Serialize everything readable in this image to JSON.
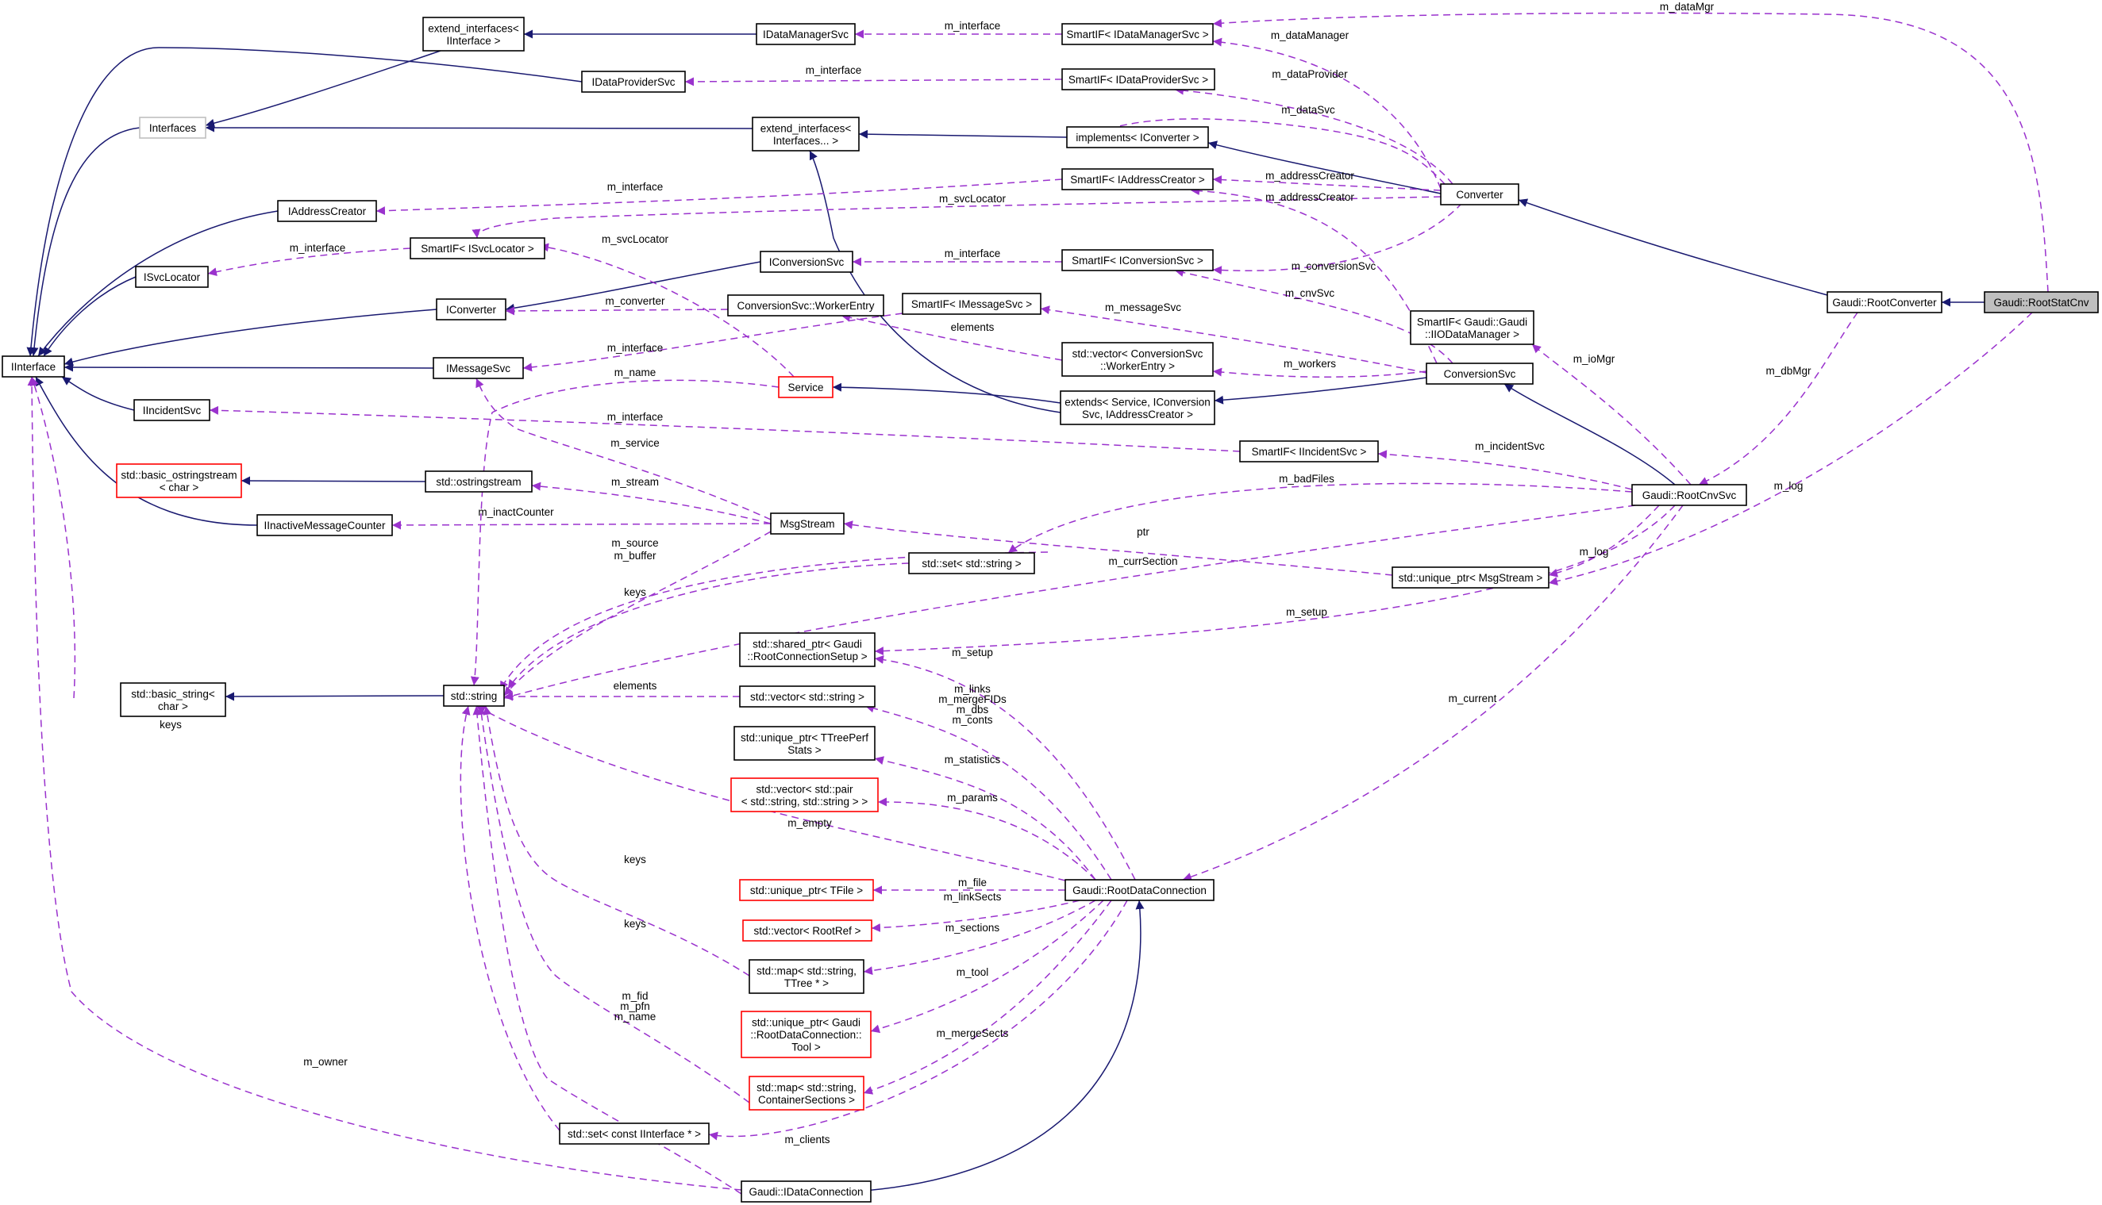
{
  "nodes": [
    {
      "id": "IInterface",
      "lines": [
        "IInterface"
      ]
    },
    {
      "id": "extend_ifaces_IInterface",
      "lines": [
        "extend_interfaces<",
        "IInterface >"
      ]
    },
    {
      "id": "IDataManagerSvc",
      "lines": [
        "IDataManagerSvc"
      ]
    },
    {
      "id": "SmartIF_IDataManagerSvc",
      "lines": [
        "SmartIF< IDataManagerSvc >"
      ]
    },
    {
      "id": "IDataProviderSvc",
      "lines": [
        "IDataProviderSvc"
      ]
    },
    {
      "id": "SmartIF_IDataProviderSvc",
      "lines": [
        "SmartIF< IDataProviderSvc >"
      ]
    },
    {
      "id": "Interfaces",
      "lines": [
        "Interfaces"
      ],
      "style": "gray"
    },
    {
      "id": "extend_ifaces_Interfaces",
      "lines": [
        "extend_interfaces<",
        "Interfaces... >"
      ]
    },
    {
      "id": "implements_IConverter",
      "lines": [
        "implements< IConverter >"
      ]
    },
    {
      "id": "IAddressCreator",
      "lines": [
        "IAddressCreator"
      ]
    },
    {
      "id": "SmartIF_IAddressCreator",
      "lines": [
        "SmartIF< IAddressCreator >"
      ]
    },
    {
      "id": "Converter",
      "lines": [
        "Converter"
      ]
    },
    {
      "id": "SmartIF_ISvcLocator",
      "lines": [
        "SmartIF< ISvcLocator >"
      ]
    },
    {
      "id": "ISvcLocator",
      "lines": [
        "ISvcLocator"
      ]
    },
    {
      "id": "IConversionSvc",
      "lines": [
        "IConversionSvc"
      ]
    },
    {
      "id": "SmartIF_IConversionSvc",
      "lines": [
        "SmartIF< IConversionSvc >"
      ]
    },
    {
      "id": "IConverter",
      "lines": [
        "IConverter"
      ]
    },
    {
      "id": "WorkerEntry",
      "lines": [
        "ConversionSvc::WorkerEntry"
      ]
    },
    {
      "id": "SmartIF_IMessageSvc",
      "lines": [
        "SmartIF< IMessageSvc >"
      ]
    },
    {
      "id": "SmartIF_IIODataManager",
      "lines": [
        "SmartIF< Gaudi::Gaudi",
        "::IIODataManager >"
      ]
    },
    {
      "id": "RootConverter",
      "lines": [
        "Gaudi::RootConverter"
      ]
    },
    {
      "id": "RootStatCnv",
      "lines": [
        "Gaudi::RootStatCnv"
      ],
      "style": "hl"
    },
    {
      "id": "vector_WorkerEntry",
      "lines": [
        "std::vector< ConversionSvc",
        "::WorkerEntry >"
      ]
    },
    {
      "id": "IMessageSvc",
      "lines": [
        "IMessageSvc"
      ]
    },
    {
      "id": "Service",
      "lines": [
        "Service"
      ],
      "style": "red"
    },
    {
      "id": "ConversionSvc",
      "lines": [
        "ConversionSvc"
      ]
    },
    {
      "id": "extends_Service",
      "lines": [
        "extends< Service, IConversion",
        "Svc, IAddressCreator >"
      ]
    },
    {
      "id": "IIncidentSvc",
      "lines": [
        "IIncidentSvc"
      ]
    },
    {
      "id": "SmartIF_IIncidentSvc",
      "lines": [
        "SmartIF< IIncidentSvc >"
      ]
    },
    {
      "id": "basic_ostringstream",
      "lines": [
        "std::basic_ostringstream",
        "< char >"
      ],
      "style": "red"
    },
    {
      "id": "ostringstream",
      "lines": [
        "std::ostringstream"
      ]
    },
    {
      "id": "RootCnvSvc",
      "lines": [
        "Gaudi::RootCnvSvc"
      ]
    },
    {
      "id": "IInactiveMessageCounter",
      "lines": [
        "IInactiveMessageCounter"
      ]
    },
    {
      "id": "MsgStream",
      "lines": [
        "MsgStream"
      ]
    },
    {
      "id": "set_string",
      "lines": [
        "std::set< std::string >"
      ]
    },
    {
      "id": "unique_ptr_MsgStream",
      "lines": [
        "std::unique_ptr< MsgStream >"
      ]
    },
    {
      "id": "shared_ptr_RootConnectionSetup",
      "lines": [
        "std::shared_ptr< Gaudi",
        "::RootConnectionSetup >"
      ]
    },
    {
      "id": "basic_string",
      "lines": [
        "std::basic_string<",
        "char >"
      ]
    },
    {
      "id": "std_string",
      "lines": [
        "std::string"
      ]
    },
    {
      "id": "vector_string",
      "lines": [
        "std::vector< std::string >"
      ]
    },
    {
      "id": "unique_ptr_TTreePerfStats",
      "lines": [
        "std::unique_ptr< TTreePerf",
        "Stats >"
      ]
    },
    {
      "id": "vector_pair",
      "lines": [
        "std::vector< std::pair",
        "< std::string, std::string > >"
      ],
      "style": "red"
    },
    {
      "id": "unique_ptr_TFile",
      "lines": [
        "std::unique_ptr< TFile >"
      ],
      "style": "red"
    },
    {
      "id": "RootDataConnection",
      "lines": [
        "Gaudi::RootDataConnection"
      ]
    },
    {
      "id": "vector_RootRef",
      "lines": [
        "std::vector< RootRef >"
      ],
      "style": "red"
    },
    {
      "id": "map_TTree",
      "lines": [
        "std::map< std::string,",
        "TTree * >"
      ]
    },
    {
      "id": "unique_ptr_Tool",
      "lines": [
        "std::unique_ptr< Gaudi",
        "::RootDataConnection::",
        "Tool >"
      ],
      "style": "red"
    },
    {
      "id": "map_ContainerSections",
      "lines": [
        "std::map< std::string,",
        "ContainerSections >"
      ],
      "style": "red"
    },
    {
      "id": "set_IInterface",
      "lines": [
        "std::set< const IInterface * >"
      ]
    },
    {
      "id": "IDataConnection",
      "lines": [
        "Gaudi::IDataConnection"
      ]
    }
  ],
  "edge_labels": [
    {
      "id": "m_dataMgr",
      "text": "m_dataMgr"
    },
    {
      "id": "m_interface_dm",
      "text": "m_interface"
    },
    {
      "id": "m_dataManager",
      "text": "m_dataManager"
    },
    {
      "id": "m_interface_dp",
      "text": "m_interface"
    },
    {
      "id": "m_dataProvider",
      "text": "m_dataProvider"
    },
    {
      "id": "m_dataSvc",
      "text": "m_dataSvc"
    },
    {
      "id": "m_addressCreator1",
      "text": "m_addressCreator"
    },
    {
      "id": "m_interface_ac",
      "text": "m_interface"
    },
    {
      "id": "m_svcLocator1",
      "text": "m_svcLocator"
    },
    {
      "id": "m_addressCreator2",
      "text": "m_addressCreator"
    },
    {
      "id": "m_interface_sl",
      "text": "m_interface"
    },
    {
      "id": "m_svcLocator2",
      "text": "m_svcLocator"
    },
    {
      "id": "m_interface_cs",
      "text": "m_interface"
    },
    {
      "id": "m_conversionSvc",
      "text": "m_conversionSvc"
    },
    {
      "id": "m_cnvSvc",
      "text": "m_cnvSvc"
    },
    {
      "id": "m_converter",
      "text": "m_converter"
    },
    {
      "id": "m_messageSvc",
      "text": "m_messageSvc"
    },
    {
      "id": "elements1",
      "text": "elements"
    },
    {
      "id": "m_interface_ms",
      "text": "m_interface"
    },
    {
      "id": "m_ioMgr",
      "text": "m_ioMgr"
    },
    {
      "id": "m_dbMgr",
      "text": "m_dbMgr"
    },
    {
      "id": "m_name1",
      "text": "m_name"
    },
    {
      "id": "m_workers",
      "text": "m_workers"
    },
    {
      "id": "m_interface_is",
      "text": "m_interface"
    },
    {
      "id": "m_service",
      "text": "m_service"
    },
    {
      "id": "m_incidentSvc",
      "text": "m_incidentSvc"
    },
    {
      "id": "m_stream",
      "text": "m_stream"
    },
    {
      "id": "m_badFiles",
      "text": "m_badFiles"
    },
    {
      "id": "m_log1",
      "text": "m_log"
    },
    {
      "id": "m_inactCounter",
      "text": "m_inactCounter"
    },
    {
      "id": "ptr",
      "text": "ptr"
    },
    {
      "id": "m_source",
      "text": "m_source"
    },
    {
      "id": "m_buffer",
      "text": "m_buffer"
    },
    {
      "id": "m_currSection",
      "text": "m_currSection"
    },
    {
      "id": "m_log2",
      "text": "m_log"
    },
    {
      "id": "keys1",
      "text": "keys"
    },
    {
      "id": "m_setup1",
      "text": "m_setup"
    },
    {
      "id": "m_setup2",
      "text": "m_setup"
    },
    {
      "id": "elements2",
      "text": "elements"
    },
    {
      "id": "m_links",
      "text": "m_links"
    },
    {
      "id": "m_mergeFIDs",
      "text": "m_mergeFIDs"
    },
    {
      "id": "m_dbs",
      "text": "m_dbs"
    },
    {
      "id": "m_conts",
      "text": "m_conts"
    },
    {
      "id": "m_current",
      "text": "m_current"
    },
    {
      "id": "keys2",
      "text": "keys"
    },
    {
      "id": "m_statistics",
      "text": "m_statistics"
    },
    {
      "id": "m_params",
      "text": "m_params"
    },
    {
      "id": "m_empty",
      "text": "m_empty"
    },
    {
      "id": "keys3",
      "text": "keys"
    },
    {
      "id": "m_file",
      "text": "m_file"
    },
    {
      "id": "m_linkSects",
      "text": "m_linkSects"
    },
    {
      "id": "m_sections",
      "text": "m_sections"
    },
    {
      "id": "keys4",
      "text": "keys"
    },
    {
      "id": "m_tool",
      "text": "m_tool"
    },
    {
      "id": "m_fid",
      "text": "m_fid"
    },
    {
      "id": "m_pfn",
      "text": "m_pfn"
    },
    {
      "id": "m_name2",
      "text": "m_name"
    },
    {
      "id": "m_mergeSects",
      "text": "m_mergeSects"
    },
    {
      "id": "m_owner",
      "text": "m_owner"
    },
    {
      "id": "m_clients",
      "text": "m_clients"
    }
  ],
  "colors": {
    "inheritance": "#191970",
    "usage": "#9a32cd",
    "highlight": "#bfbfbf",
    "gray_border": "#bfbfbf",
    "red_border": "#ff0000"
  }
}
